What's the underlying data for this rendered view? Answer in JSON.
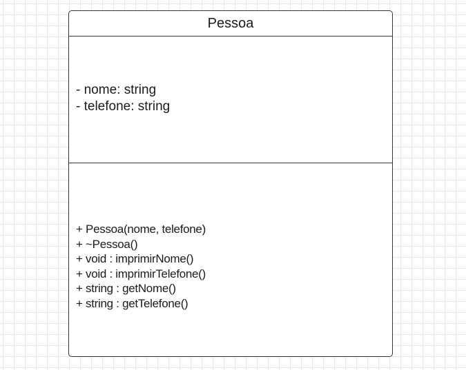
{
  "class": {
    "name": "Pessoa",
    "attributes": [
      "- nome: string",
      "- telefone: string"
    ],
    "methods": [
      "+ Pessoa(nome, telefone)",
      "+ ~Pessoa()",
      "+ void : imprimirNome()",
      "+ void : imprimirTelefone()",
      "+ string : getNome()",
      "+ string : getTelefone()"
    ]
  }
}
